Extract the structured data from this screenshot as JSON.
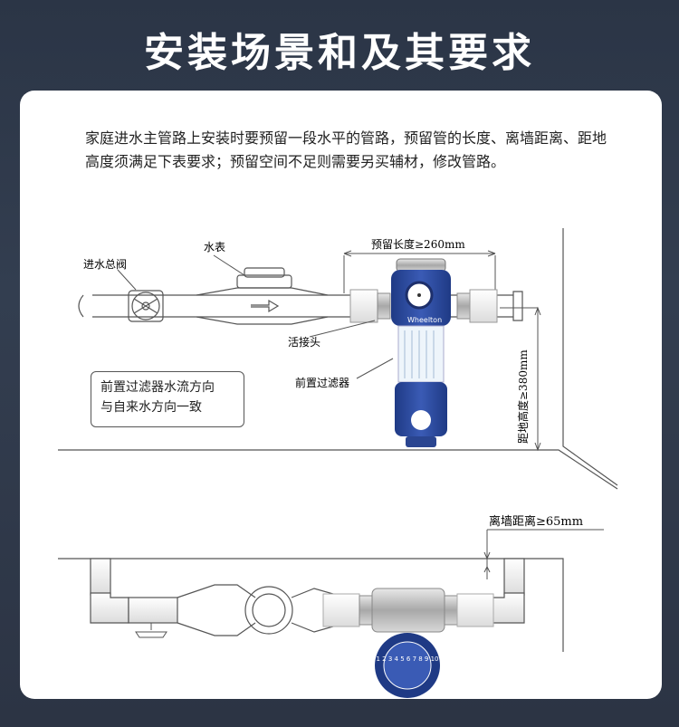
{
  "title": "安装场景和及其要求",
  "intro": "家庭进水主管路上安装时要预留一段水平的管路，预留管的长度、离墙距离、距地高度须满足下表要求；预留空间不足则需要另买辅材，修改管路。",
  "labels": {
    "main_valve": "进水总阀",
    "water_meter": "水表",
    "reserved_length": "预留长度≥260mm",
    "union": "活接头",
    "prefilter": "前置过滤器",
    "ground_height": "距地高度≥380mm",
    "wall_distance": "离墙距离≥65mm",
    "brand": "Wheelton",
    "dial_numbers": "12 1 2 3 4 5 6 7 8 9 10 11"
  },
  "note": {
    "line1": "前置过滤器水流方向",
    "line2": "与自来水方向一致"
  },
  "colors": {
    "background": "#2e3848",
    "filter_blue": "#2d4a9c",
    "card": "#ffffff"
  }
}
